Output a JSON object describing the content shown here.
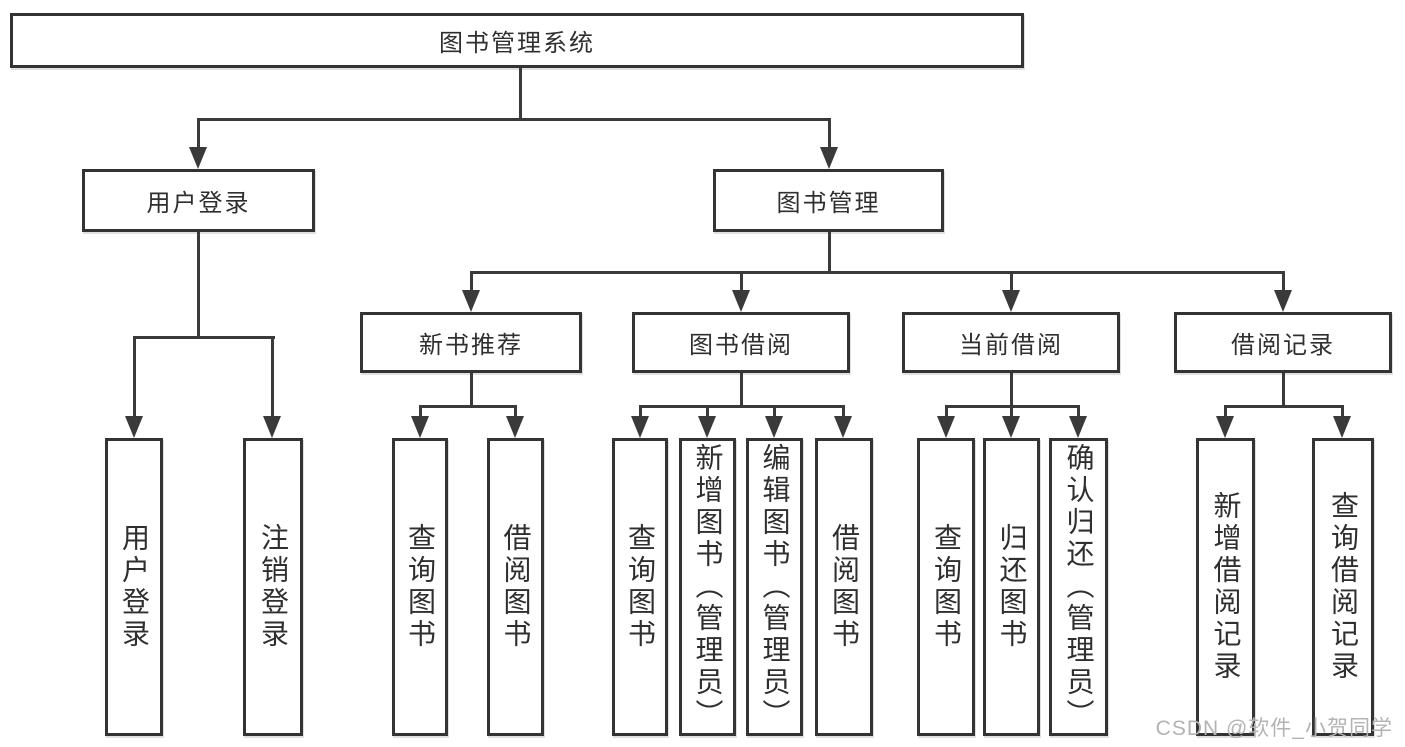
{
  "diagram": {
    "root": {
      "label": "图书管理系统"
    },
    "level2": [
      {
        "label": "用户登录"
      },
      {
        "label": "图书管理"
      }
    ],
    "level3": [
      {
        "label": "新书推荐"
      },
      {
        "label": "图书借阅"
      },
      {
        "label": "当前借阅"
      },
      {
        "label": "借阅记录"
      }
    ],
    "leaves": {
      "user_login": [
        {
          "label": "用户登录"
        },
        {
          "label": "注销登录"
        }
      ],
      "new_book": [
        {
          "label": "查询图书"
        },
        {
          "label": "借阅图书"
        }
      ],
      "book_borrow": [
        {
          "label": "查询图书"
        },
        {
          "label": "新增图书（管理员）"
        },
        {
          "label": "编辑图书（管理员）"
        },
        {
          "label": "借阅图书"
        }
      ],
      "current_borrow": [
        {
          "label": "查询图书"
        },
        {
          "label": "归还图书"
        },
        {
          "label": "确认归还（管理员）"
        }
      ],
      "borrow_record": [
        {
          "label": "新增借阅记录"
        },
        {
          "label": "查询借阅记录"
        }
      ]
    },
    "watermark": "CSDN @软件_小贺同学",
    "colors": {
      "line": "#3a3a3a",
      "border": "#333333",
      "text": "#2f2f2f",
      "watermark": "#b3b3b3",
      "background": "#ffffff"
    }
  }
}
